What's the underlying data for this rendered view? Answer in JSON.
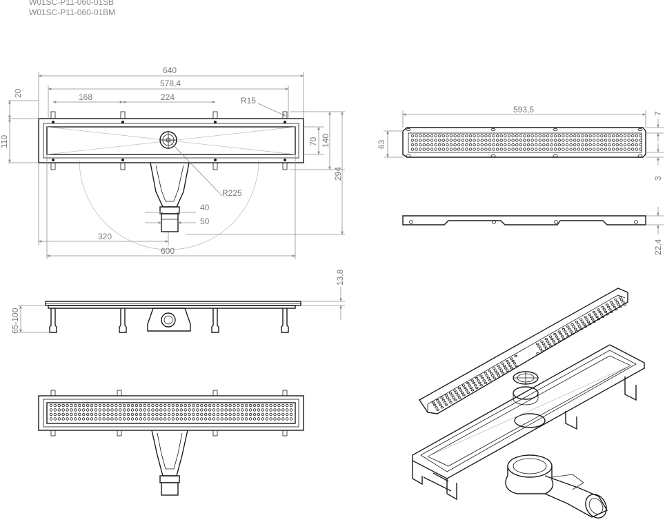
{
  "product_codes": [
    "W01SC-P11-060-01SB",
    "W01SC-P11-060-01BM"
  ],
  "top_view": {
    "dims": {
      "overall_width": "640",
      "grate_width": "578,4",
      "left_offset": "168",
      "mid_span": "224",
      "radius_corner": "R15",
      "side_top": "20",
      "side_height": "110",
      "inner_height": "70",
      "frame_height": "140",
      "total_depth": "294",
      "radius_arc": "R225",
      "outlet_inner": "40",
      "outlet_outer": "50",
      "outlet_offset": "320",
      "channel_length": "600"
    }
  },
  "grate_view": {
    "dims": {
      "length": "593,5",
      "height": "63",
      "top_gap": "7",
      "bottom_gap": "3",
      "edge_height": "22,4"
    }
  },
  "side_view": {
    "dims": {
      "flange": "13,8",
      "adjust_range": "65-100"
    }
  },
  "colors": {
    "line": "#1a1a1a",
    "dimension": "#7a7a7a"
  }
}
